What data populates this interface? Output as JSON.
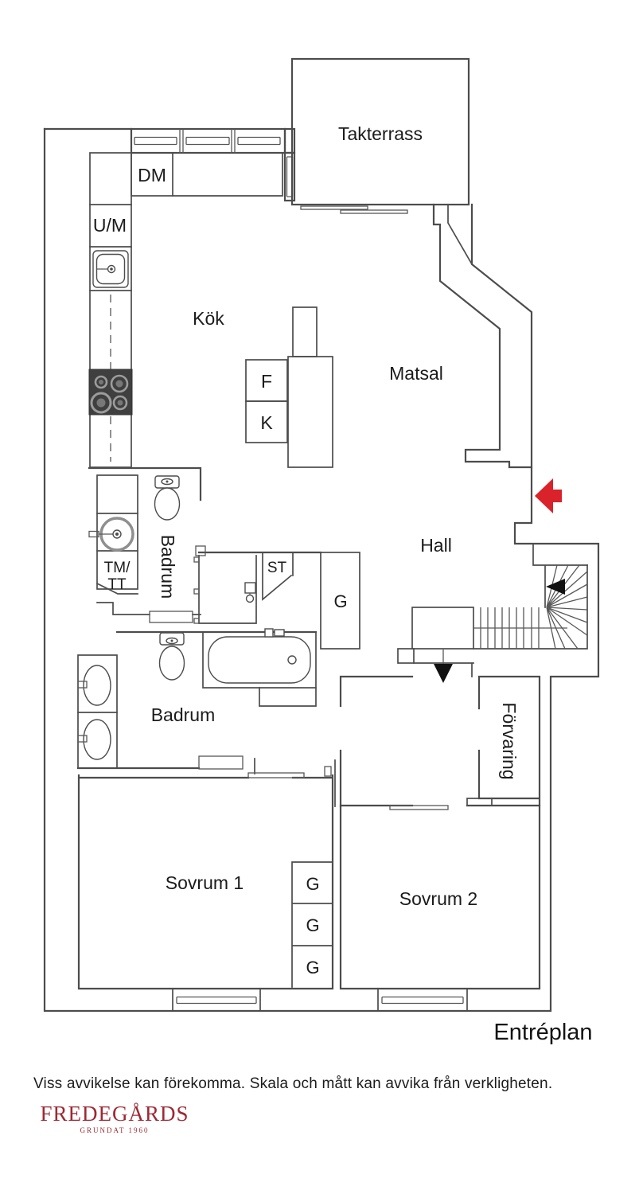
{
  "plan": {
    "title": "Entréplan",
    "rooms": {
      "takterrass": "Takterrass",
      "kok": "Kök",
      "matsal": "Matsal",
      "hall": "Hall",
      "badrum1": "Badrum",
      "badrum2": "Badrum",
      "forvaring": "Förvaring",
      "sovrum1": "Sovrum 1",
      "sovrum2": "Sovrum 2"
    },
    "labels": {
      "dm": "DM",
      "um": "U/M",
      "tm": "TM/",
      "tt": "TT",
      "f": "F",
      "k": "K",
      "st": "ST",
      "g": "G"
    },
    "colors": {
      "wall": "#4c4c4c",
      "entry_arrow": "#d9222a",
      "direction_arrow": "#111111",
      "logo": "#9e2833"
    }
  },
  "footer": {
    "disclaimer": "Viss avvikelse kan förekomma. Skala och mått kan avvika från verkligheten.",
    "brand": "FREDEGÅRDS",
    "brand_subtitle": "GRUNDAT 1960"
  }
}
